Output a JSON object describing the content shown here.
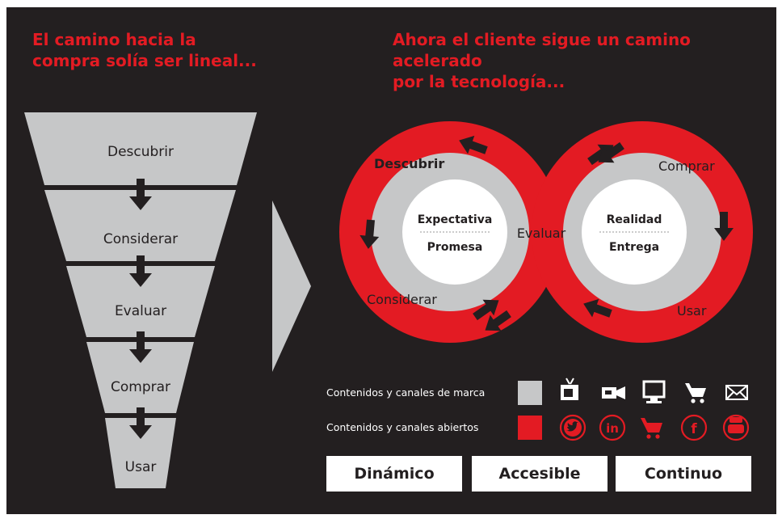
{
  "left_title": "El camino hacia la\ncompra solía ser lineal...",
  "right_title": "Ahora el cliente sigue un camino acelerado\npor la tecnología...",
  "funnel": [
    "Descubrir",
    "Considerar",
    "Evaluar",
    "Comprar",
    "Usar"
  ],
  "loop": {
    "left_labels": {
      "discover": "Descubrir",
      "consider": "Considerar"
    },
    "center_label": "Evaluar",
    "right_labels": {
      "buy": "Comprar",
      "use": "Usar"
    },
    "left_core": {
      "top": "Expectativa",
      "bottom": "Promesa"
    },
    "right_core": {
      "top": "Realidad",
      "bottom": "Entrega"
    }
  },
  "legend": {
    "brand": {
      "label": "Contenidos y canales de marca",
      "icons": [
        "tv-icon",
        "video-camera-icon",
        "monitor-icon",
        "shopping-cart-icon",
        "mail-icon"
      ]
    },
    "open": {
      "label": "Contenidos y canales abiertos",
      "icons": [
        "twitter-icon",
        "linkedin-icon",
        "shopping-cart-icon",
        "facebook-icon",
        "youtube-icon"
      ]
    }
  },
  "buttons": [
    "Dinámico",
    "Accesible",
    "Continuo"
  ],
  "colors": {
    "background": "#231f20",
    "red": "#e31b23",
    "gray": "#c6c7c8",
    "white": "#ffffff"
  }
}
